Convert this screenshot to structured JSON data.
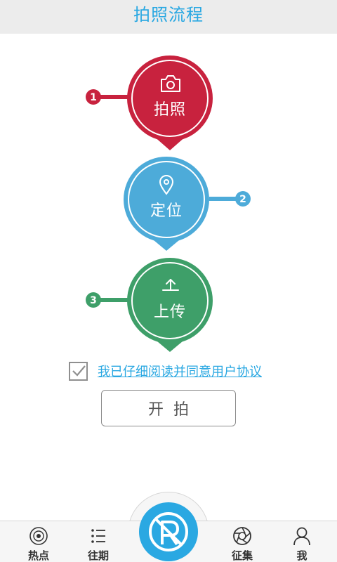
{
  "header": {
    "title": "拍照流程"
  },
  "steps": [
    {
      "number": "1",
      "label": "拍照",
      "icon": "camera-icon",
      "color": "#c8223e"
    },
    {
      "number": "2",
      "label": "定位",
      "icon": "location-pin-icon",
      "color": "#4dabd9"
    },
    {
      "number": "3",
      "label": "上传",
      "icon": "upload-icon",
      "color": "#3e9f69"
    }
  ],
  "agreement": {
    "checked": true,
    "text": "我已仔细阅读并同意用户协议"
  },
  "start_button": {
    "label": "开拍"
  },
  "tabbar": {
    "tabs": [
      {
        "label": "热点",
        "icon": "target-icon"
      },
      {
        "label": "往期",
        "icon": "list-icon"
      },
      {
        "label": "征集",
        "icon": "aperture-icon"
      },
      {
        "label": "我",
        "icon": "user-icon"
      }
    ],
    "center_icon": "no-photo-icon"
  },
  "colors": {
    "accent": "#2aa8e2",
    "header_bg": "#ececec",
    "tabbar_bg": "#f6f6f6"
  }
}
